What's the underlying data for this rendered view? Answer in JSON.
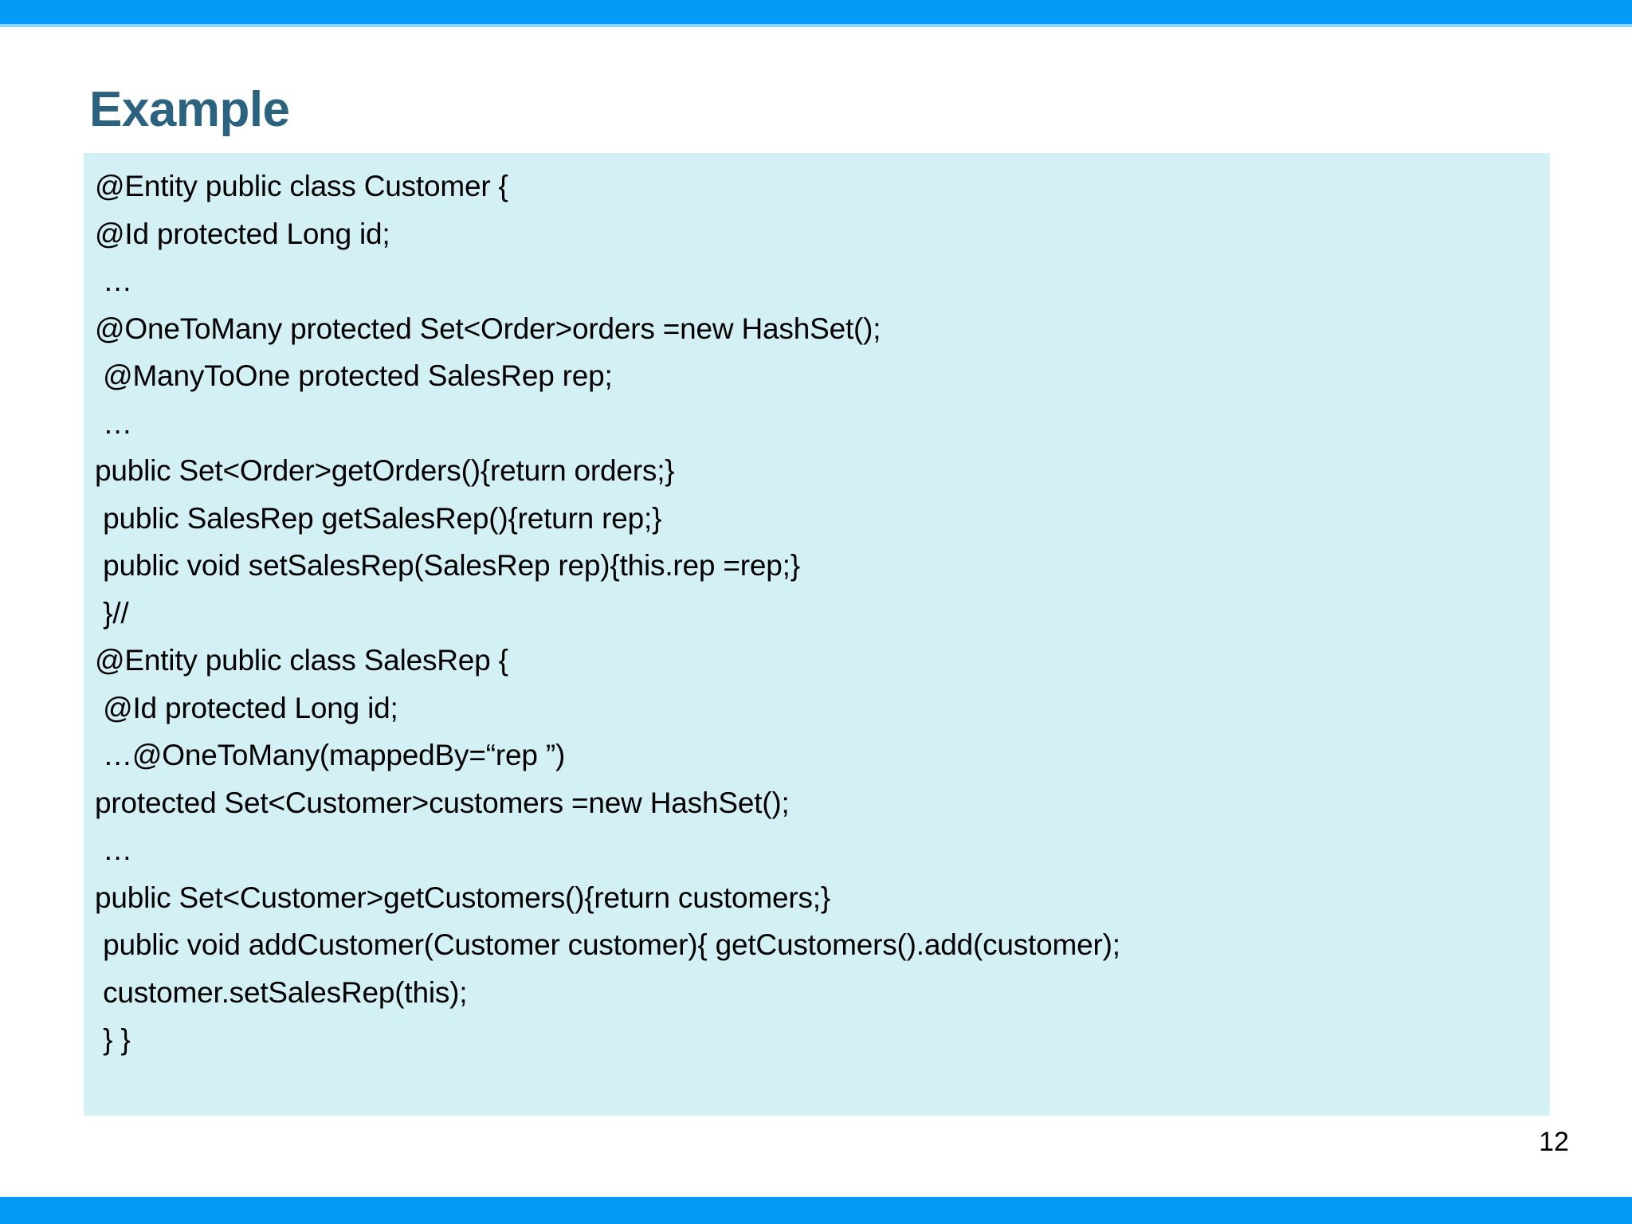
{
  "slide": {
    "title": "Example",
    "page_number": "12",
    "colors": {
      "accent_bar": "#039BF5",
      "accent_bar_thin": "#8FD6FB",
      "title_text": "#2B6280",
      "code_panel_background": "#D3F0F5",
      "code_text": "#000000",
      "slide_background": "#FFFFFF"
    }
  },
  "code_block": {
    "language": "java",
    "lines": [
      "@Entity public class Customer {",
      "@Id protected Long id;",
      " …",
      "@OneToMany protected Set<Order>orders =new HashSet();",
      " @ManyToOne protected SalesRep rep;",
      " …",
      "public Set<Order>getOrders(){return orders;}",
      " public SalesRep getSalesRep(){return rep;}",
      " public void setSalesRep(SalesRep rep){this.rep =rep;}",
      " }//",
      "@Entity public class SalesRep {",
      " @Id protected Long id;",
      " …@OneToMany(mappedBy=“rep ”)",
      "protected Set<Customer>customers =new HashSet();",
      " …",
      "public Set<Customer>getCustomers(){return customers;}",
      " public void addCustomer(Customer customer){ getCustomers().add(customer);",
      " customer.setSalesRep(this);",
      " } }"
    ]
  }
}
